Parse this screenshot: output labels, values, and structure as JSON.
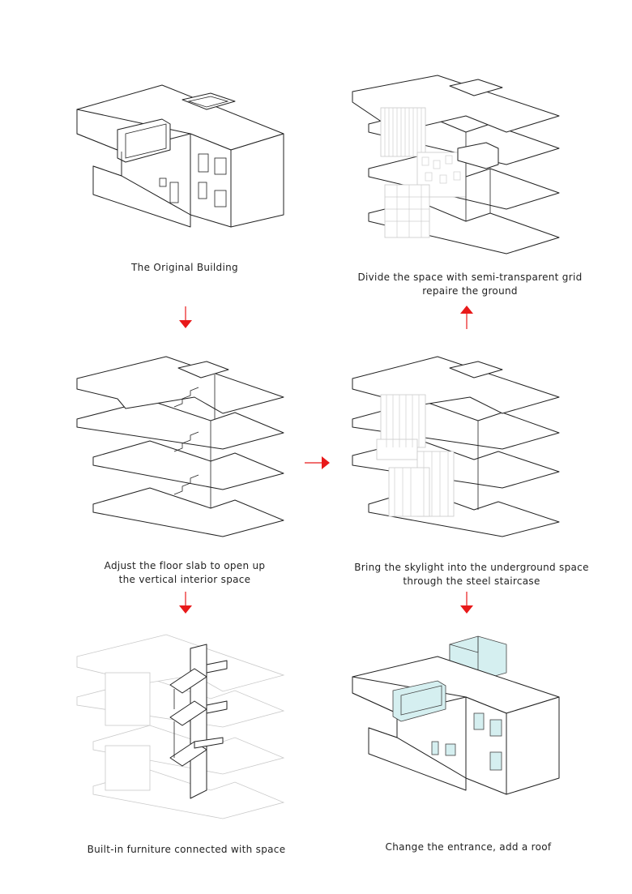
{
  "captions": {
    "original_building": "The Original Building",
    "divide_space_line1": "Divide the space with semi-transparent grid",
    "divide_space_line2": "repaire the ground",
    "adjust_slab_line1": "Adjust the floor slab to open up",
    "adjust_slab_line2": "the vertical interior space",
    "skylight_line1": "Bring the skylight into the underground space",
    "skylight_line2": "through the steel staircase",
    "furniture": "Built-in furniture connected with space",
    "entrance_roof": "Change the entrance, add a roof"
  },
  "colors": {
    "arrow": "#e8191a",
    "line": "#222222",
    "glass": "#d5eff0",
    "faint": "#c9c9c9"
  }
}
